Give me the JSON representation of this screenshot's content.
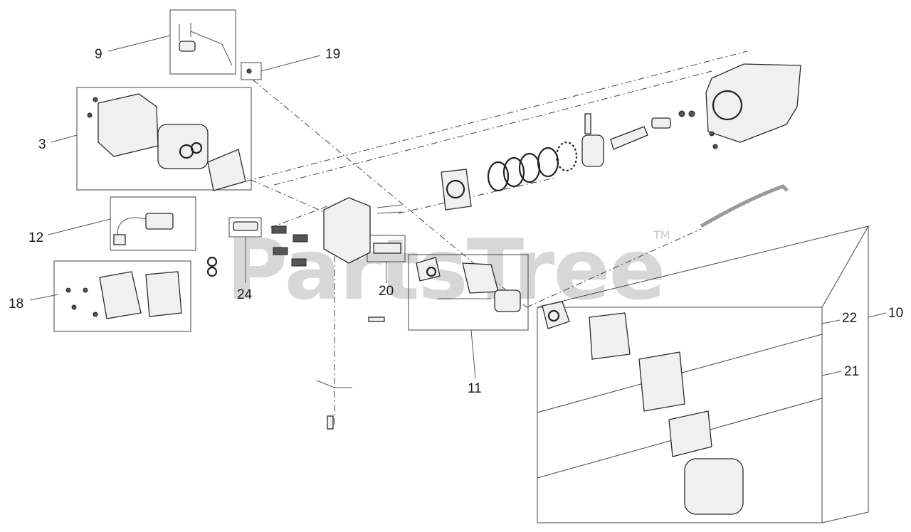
{
  "watermark": {
    "text": "PartsTree",
    "trademark": "TM"
  },
  "labels": [
    {
      "id": "9",
      "text": "9"
    },
    {
      "id": "19",
      "text": "19"
    },
    {
      "id": "3",
      "text": "3"
    },
    {
      "id": "12",
      "text": "12"
    },
    {
      "id": "18",
      "text": "18"
    },
    {
      "id": "24",
      "text": "24"
    },
    {
      "id": "20",
      "text": "20"
    },
    {
      "id": "11",
      "text": "11"
    },
    {
      "id": "22",
      "text": "22"
    },
    {
      "id": "21",
      "text": "21"
    },
    {
      "id": "10",
      "text": "10"
    }
  ],
  "colors": {
    "line": "#444444",
    "watermark": "#bdbdbd",
    "background": "#ffffff"
  }
}
